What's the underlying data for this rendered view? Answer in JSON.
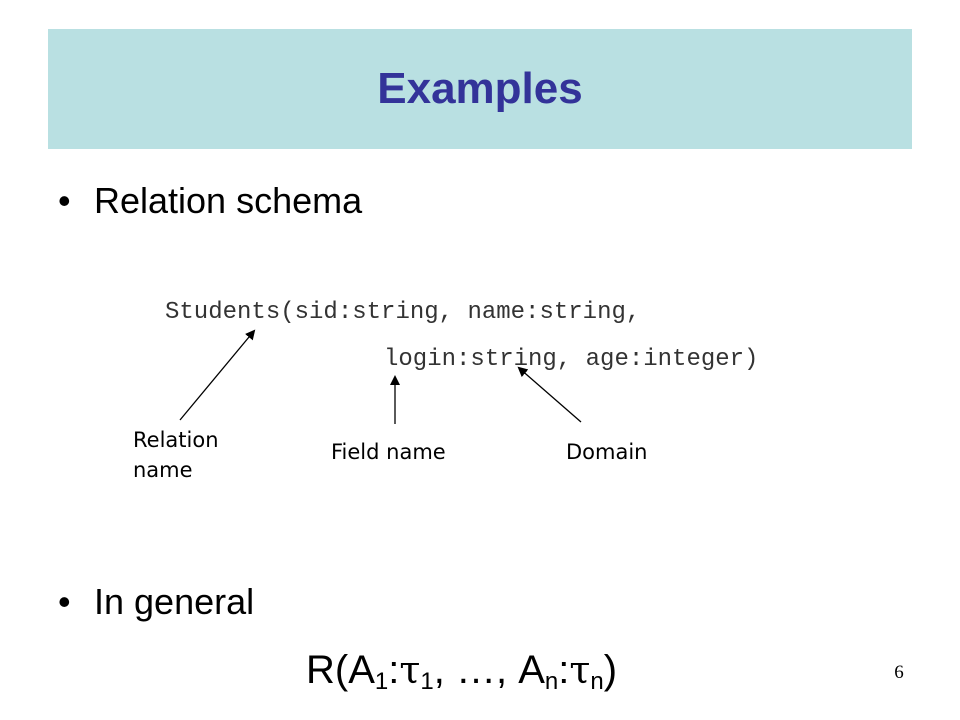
{
  "slide": {
    "title": "Examples",
    "bullets": [
      {
        "glyph": "•",
        "text": "Relation schema"
      },
      {
        "glyph": "•",
        "text": "In general"
      }
    ],
    "code_lines": [
      "Students(sid:string, name:string,",
      "login:string, age:integer)"
    ],
    "annotations": {
      "relation_name_line1": "Relation",
      "relation_name_line2": "name",
      "field_name": "Field name",
      "domain": "Domain"
    },
    "formula": {
      "open": "R(A",
      "sub_1": "1",
      "sep_1": ":",
      "tau_1": "τ",
      "sub_tau_1": "1",
      "middle": ", …, A",
      "sub_n": "n",
      "sep_n": ":",
      "tau_n": "τ",
      "sub_tau_n": "n",
      "close": ")"
    },
    "page_number": "6"
  },
  "colors": {
    "title_background": "#b9e0e2",
    "title_text": "#333399",
    "code_text": "#333333"
  }
}
